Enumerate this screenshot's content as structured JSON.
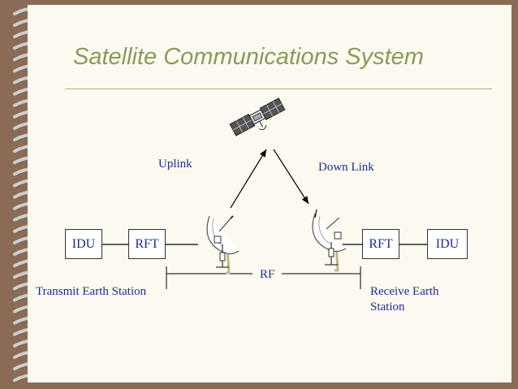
{
  "title": "Satellite Communications System",
  "blocks": {
    "idu_left": "IDU",
    "rft_left": "RFT",
    "rft_right": "RFT",
    "idu_right": "IDU"
  },
  "labels": {
    "uplink": "Uplink",
    "downlink": "Down Link",
    "rf": "RF",
    "transmit_station": "Transmit Earth Station",
    "receive_station_line1": "Receive  Earth",
    "receive_station_line2": "Station"
  },
  "icons": {
    "satellite": "satellite-icon",
    "dish_left": "satellite-dish-icon",
    "dish_right": "satellite-dish-icon"
  },
  "colors": {
    "background": "#8b6b55",
    "slide": "#fcfaf0",
    "title": "#8a9a5b",
    "text": "#1f2a99"
  }
}
